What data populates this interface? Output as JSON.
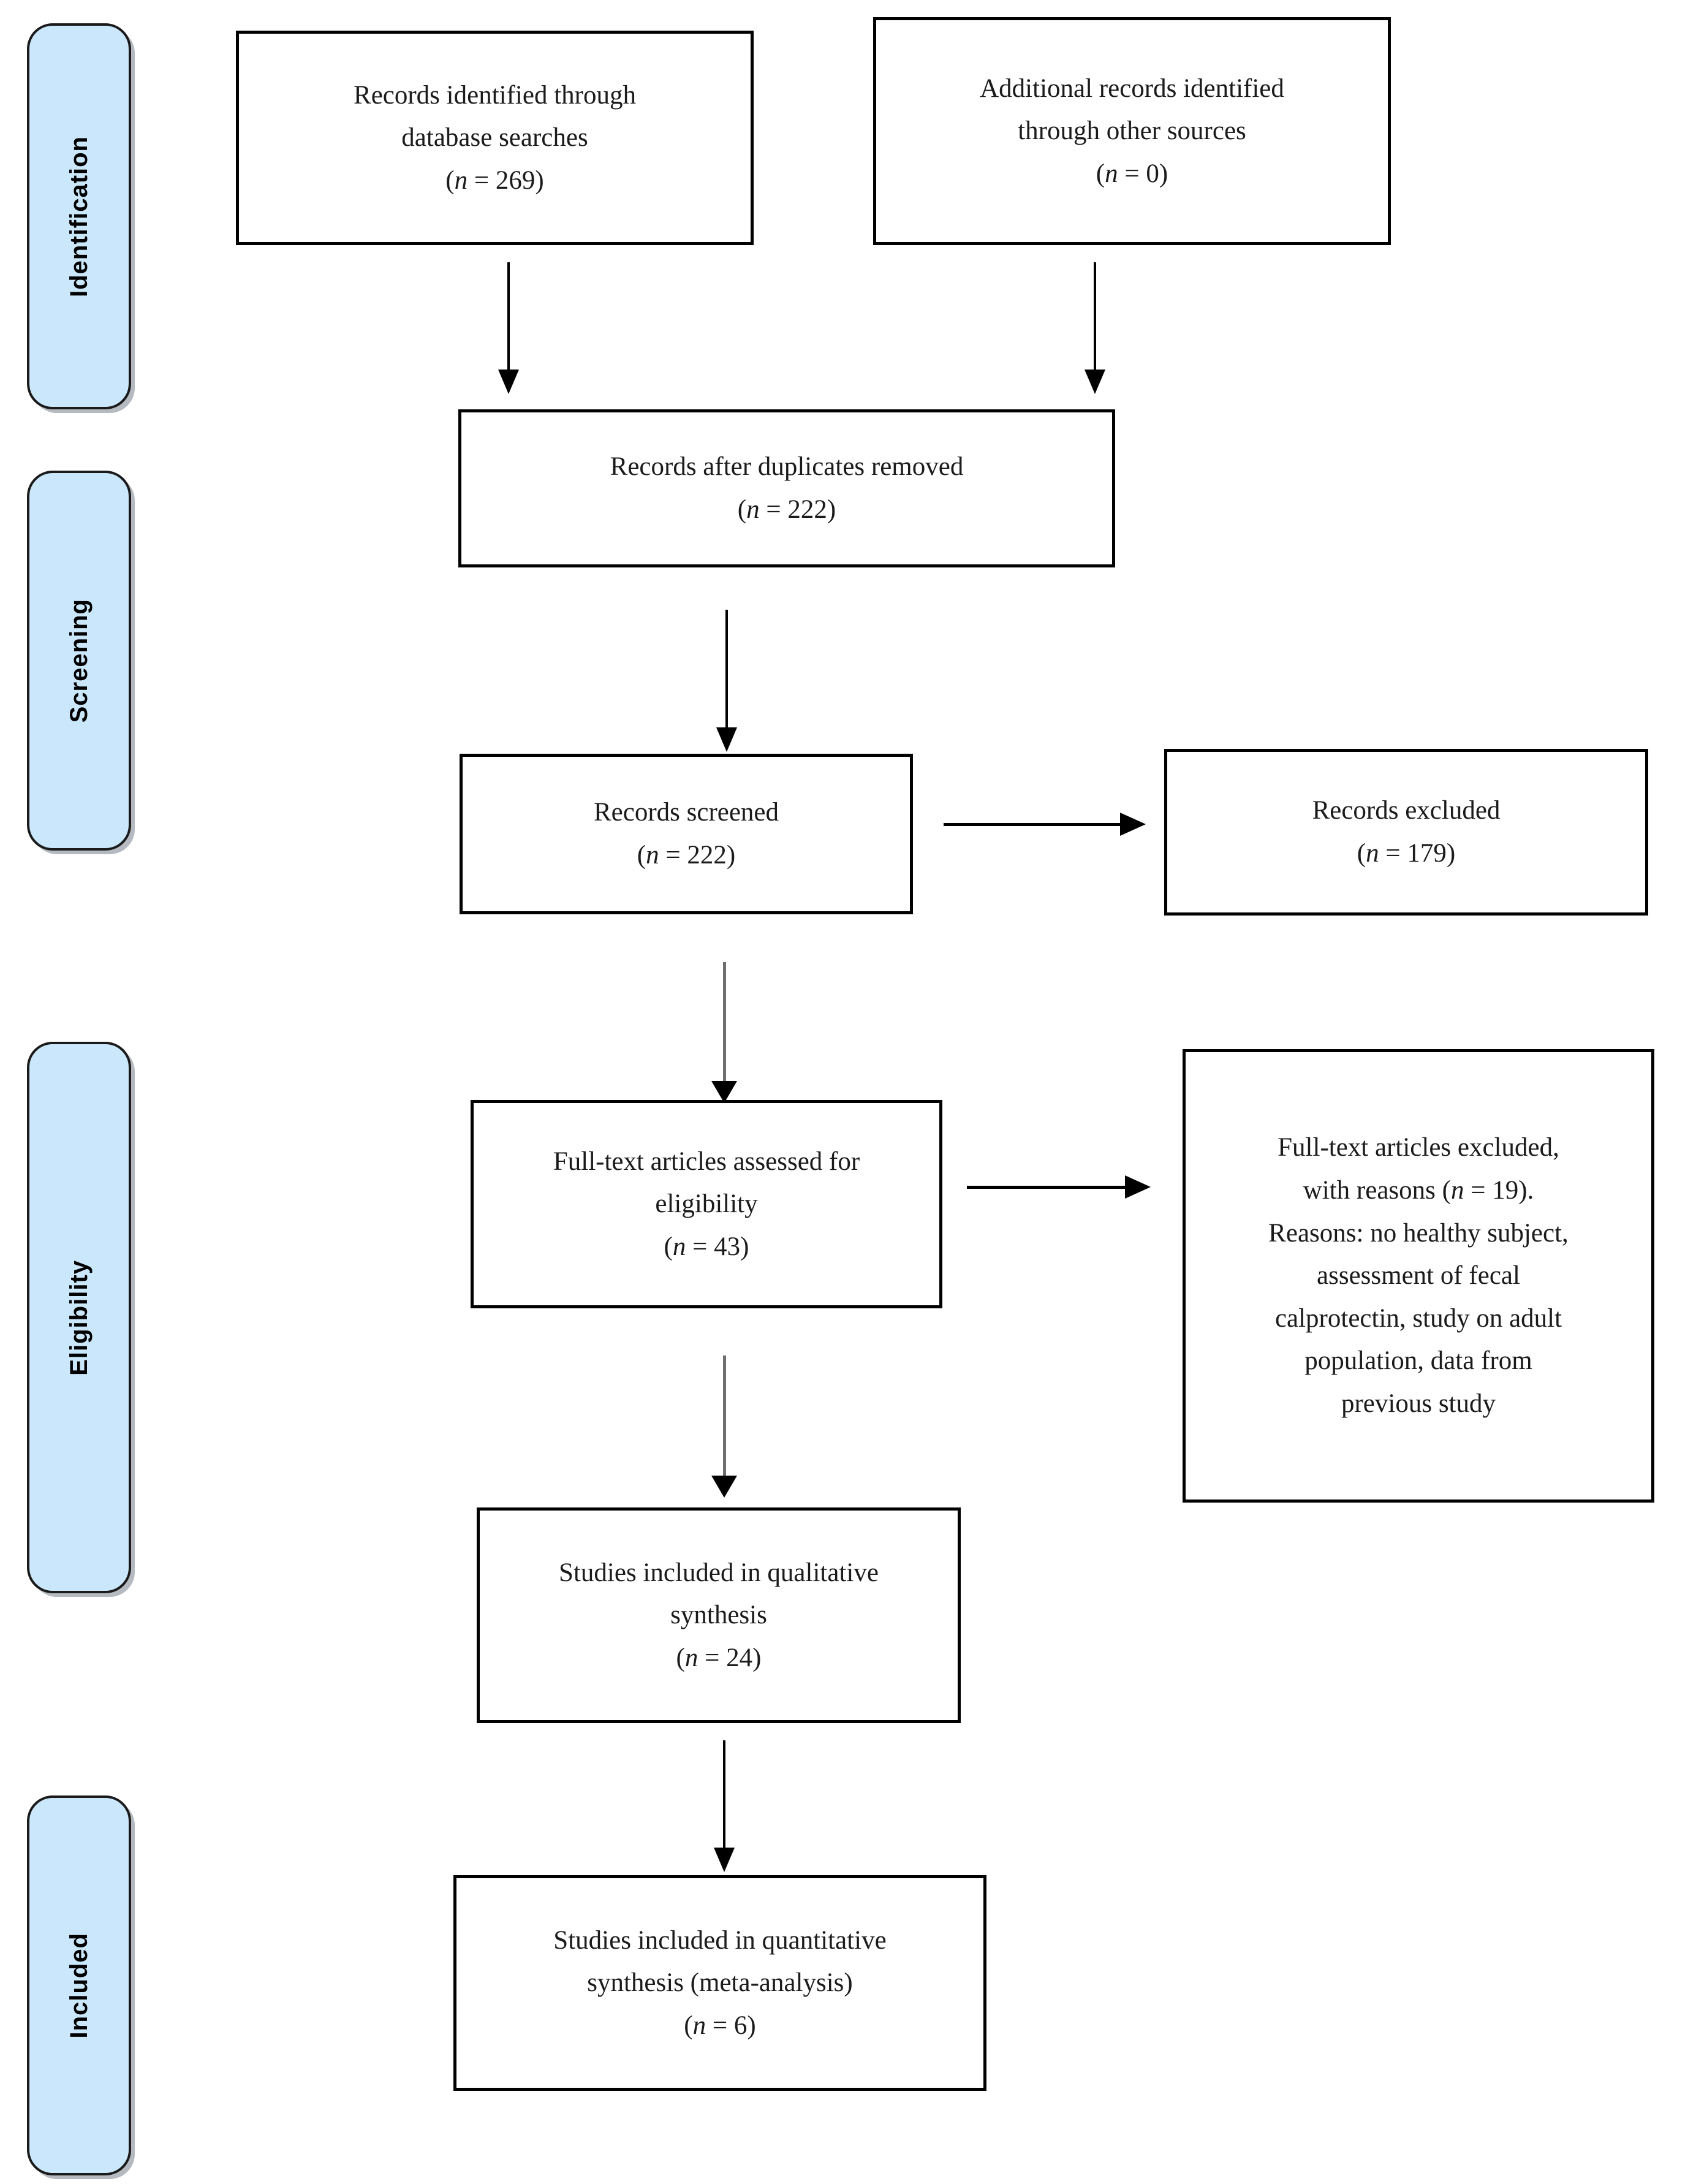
{
  "diagram": {
    "title": "PRISMA flow diagram",
    "colors": {
      "stage_pill_fill": "#cbe7fb",
      "stage_pill_border": "#1a1a1a",
      "box_border": "#000000",
      "box_fill": "#ffffff",
      "arrow_black": "#000000",
      "arrow_gray": "#6e6e6e",
      "text": "#1b1b1b",
      "page_background": "#ffffff"
    }
  },
  "stages": [
    {
      "id": "identification",
      "label": "Identification"
    },
    {
      "id": "screening",
      "label": "Screening"
    },
    {
      "id": "eligibility",
      "label": "Eligibility"
    },
    {
      "id": "included",
      "label": "Included"
    }
  ],
  "boxes": {
    "records_identified_database": {
      "line1": "Records identified through",
      "line2": "database searches",
      "count_prefix": "(",
      "count_n": "n",
      "count_eq": " = 269)"
    },
    "records_identified_other": {
      "line1": "Additional records identified",
      "line2": "through other sources",
      "count_prefix": "(",
      "count_n": "n",
      "count_eq": " = 0)"
    },
    "records_after_duplicates": {
      "line1": "Records after duplicates removed",
      "count_prefix": "(",
      "count_n": "n",
      "count_eq": " = 222)"
    },
    "records_screened": {
      "line1": "Records screened",
      "count_prefix": "(",
      "count_n": "n",
      "count_eq": " = 222)"
    },
    "records_excluded": {
      "line1": "Records excluded",
      "count_prefix": "(",
      "count_n": "n",
      "count_eq": " = 179)"
    },
    "fulltext_assessed": {
      "line1": "Full-text articles assessed for",
      "line2": "eligibility",
      "count_prefix": "(",
      "count_n": "n",
      "count_eq": " = 43)"
    },
    "fulltext_excluded": {
      "line1a": "Full-text articles excluded,",
      "line2a": "with reasons (",
      "line2n": "n",
      "line2b": " = 19).",
      "line3": "Reasons: no healthy subject,",
      "line4": "assessment of fecal",
      "line5": "calprotectin, study on adult",
      "line6": "population, data from",
      "line7": "previous study"
    },
    "qualitative_synthesis": {
      "line1": "Studies included in qualitative",
      "line2": "synthesis",
      "count_prefix": "(",
      "count_n": "n",
      "count_eq": " = 24)"
    },
    "quantitative_synthesis": {
      "line1": "Studies included in quantitative",
      "line2": "synthesis (meta-analysis)",
      "count_prefix": "(",
      "count_n": "n",
      "count_eq": " = 6)"
    }
  }
}
